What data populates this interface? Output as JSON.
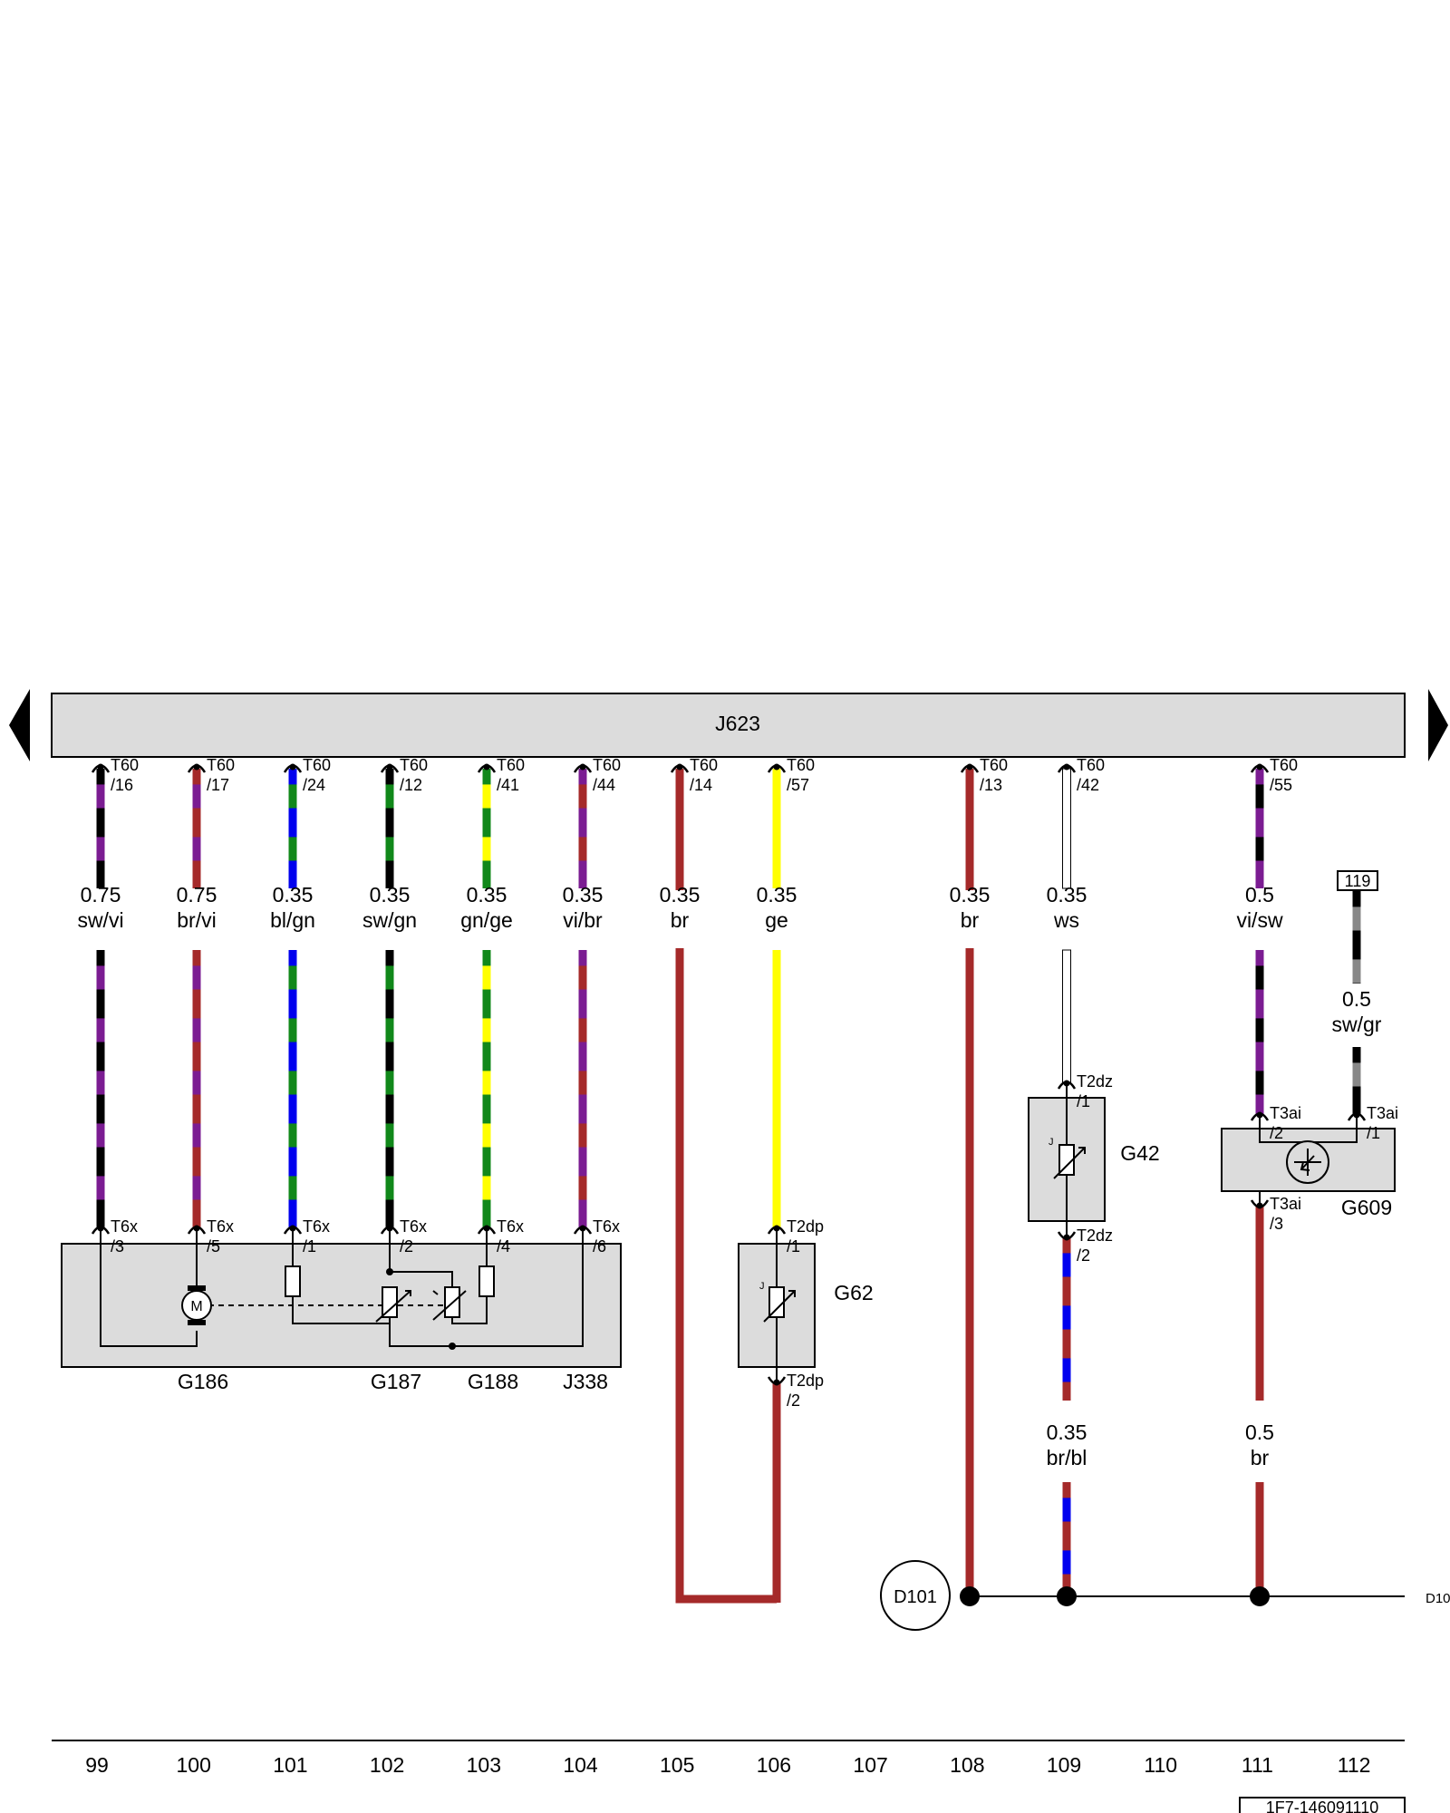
{
  "module": {
    "name": "J623"
  },
  "nav": {
    "prev_icon": "triangle-left",
    "next_icon": "triangle-right"
  },
  "colors": {
    "sw": "#000000",
    "vi": "#7b1c92",
    "br": "#a52a2a",
    "bl": "#0000ee",
    "gn": "#11881a",
    "ge": "#ffff00",
    "ws": "#ffffff",
    "gr": "#888888",
    "box": "#dcdcdc"
  },
  "wires": [
    {
      "id": "w16",
      "pin_top": [
        "T60",
        "/16"
      ],
      "size": "0.75",
      "code": "sw/vi",
      "pin_bottom": [
        "T6x",
        "/3"
      ],
      "colors": [
        "sw",
        "vi"
      ]
    },
    {
      "id": "w17",
      "pin_top": [
        "T60",
        "/17"
      ],
      "size": "0.75",
      "code": "br/vi",
      "pin_bottom": [
        "T6x",
        "/5"
      ],
      "colors": [
        "br",
        "vi"
      ]
    },
    {
      "id": "w24",
      "pin_top": [
        "T60",
        "/24"
      ],
      "size": "0.35",
      "code": "bl/gn",
      "pin_bottom": [
        "T6x",
        "/1"
      ],
      "colors": [
        "bl",
        "gn"
      ]
    },
    {
      "id": "w12",
      "pin_top": [
        "T60",
        "/12"
      ],
      "size": "0.35",
      "code": "sw/gn",
      "pin_bottom": [
        "T6x",
        "/2"
      ],
      "colors": [
        "sw",
        "gn"
      ]
    },
    {
      "id": "w41",
      "pin_top": [
        "T60",
        "/41"
      ],
      "size": "0.35",
      "code": "gn/ge",
      "pin_bottom": [
        "T6x",
        "/4"
      ],
      "colors": [
        "gn",
        "ge"
      ]
    },
    {
      "id": "w44",
      "pin_top": [
        "T60",
        "/44"
      ],
      "size": "0.35",
      "code": "vi/br",
      "pin_bottom": [
        "T6x",
        "/6"
      ],
      "colors": [
        "vi",
        "br"
      ]
    },
    {
      "id": "w14",
      "pin_top": [
        "T60",
        "/14"
      ],
      "size": "0.35",
      "code": "br",
      "colors": [
        "br"
      ]
    },
    {
      "id": "w57",
      "pin_top": [
        "T60",
        "/57"
      ],
      "size": "0.35",
      "code": "ge",
      "pin_bottom": [
        "T2dp",
        "/1"
      ],
      "colors": [
        "ge"
      ]
    },
    {
      "id": "w13",
      "pin_top": [
        "T60",
        "/13"
      ],
      "size": "0.35",
      "code": "br",
      "colors": [
        "br"
      ]
    },
    {
      "id": "w42",
      "pin_top": [
        "T60",
        "/42"
      ],
      "size": "0.35",
      "code": "ws",
      "pin_bottom": [
        "T2dz",
        "/1"
      ],
      "colors": [
        "ws"
      ]
    },
    {
      "id": "w55",
      "pin_top": [
        "T60",
        "/55"
      ],
      "size": "0.5",
      "code": "vi/sw",
      "pin_bottom": [
        "T3ai",
        "/2"
      ],
      "colors": [
        "vi",
        "sw"
      ]
    }
  ],
  "ref_wire": {
    "ref": "119",
    "size": "0.5",
    "code": "sw/gr",
    "pin_bottom": [
      "T3ai",
      "/1"
    ],
    "colors": [
      "sw",
      "gr"
    ]
  },
  "lower_wires": [
    {
      "id": "g62_out",
      "pin_top": [
        "T2dp",
        "/2"
      ],
      "colors": [
        "br"
      ]
    },
    {
      "id": "g42_out",
      "pin_top": [
        "T2dz",
        "/2"
      ],
      "size": "0.35",
      "code": "br/bl",
      "colors": [
        "br",
        "bl"
      ]
    },
    {
      "id": "g609_out",
      "pin_top": [
        "T3ai",
        "/3"
      ],
      "size": "0.5",
      "code": "br",
      "colors": [
        "br"
      ]
    }
  ],
  "components": {
    "g186": "G186",
    "g187": "G187",
    "g188": "G188",
    "j338": "J338",
    "g62": "G62",
    "g42": "G42",
    "g609": "G609",
    "motor_glyph": "M",
    "temp_glyph": "J"
  },
  "ground": {
    "name": "D101",
    "continuation": "D10"
  },
  "axis": {
    "numbers": [
      "99",
      "100",
      "101",
      "102",
      "103",
      "104",
      "105",
      "106",
      "107",
      "108",
      "109",
      "110",
      "111",
      "112"
    ]
  },
  "doc_id": "1F7-146091110"
}
